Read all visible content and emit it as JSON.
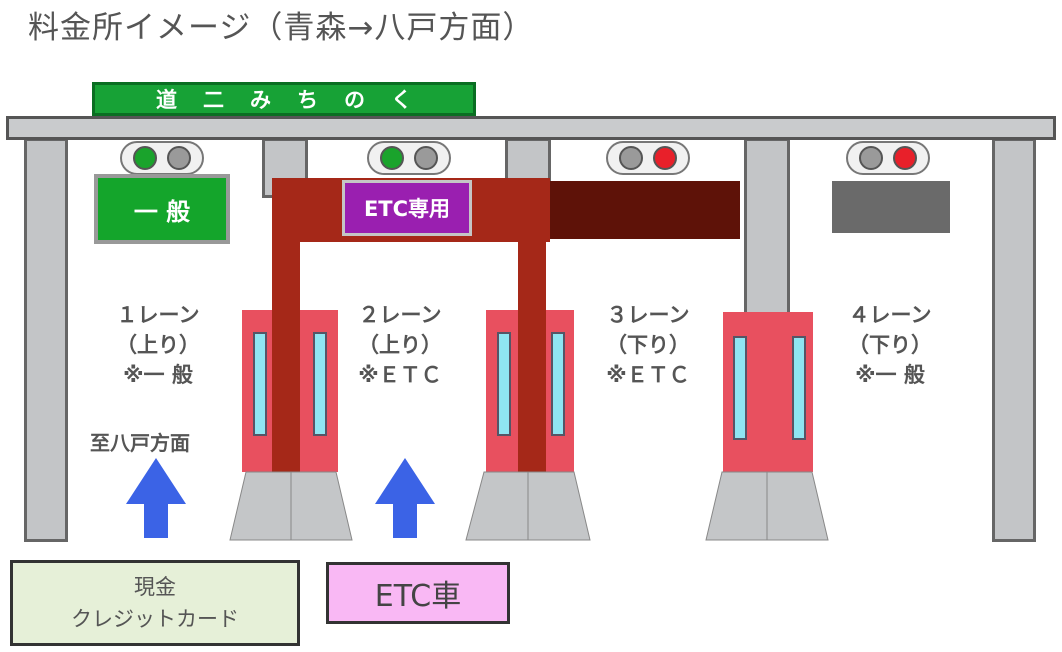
{
  "title": "料金所イメージ（青森→八戸方面）",
  "road_sign": "道二みちのく",
  "lanes": [
    {
      "sign": "一 般",
      "number": "１レーン",
      "direction": "（上り）",
      "type": "※一 般",
      "signals": [
        "green",
        "grey"
      ],
      "sign_color": "#14a52b"
    },
    {
      "sign": "ETC専用",
      "number": "２レーン",
      "direction": "（上り）",
      "type": "※ＥＴＣ",
      "signals": [
        "green",
        "grey"
      ],
      "sign_color": "#9a1fb0"
    },
    {
      "sign": "",
      "number": "３レーン",
      "direction": "（下り）",
      "type": "※ＥＴＣ",
      "signals": [
        "grey",
        "red"
      ],
      "sign_color": "#5e1208"
    },
    {
      "sign": "",
      "number": "４レーン",
      "direction": "（下り）",
      "type": "※一 般",
      "signals": [
        "grey",
        "red"
      ],
      "sign_color": "#6a6a6a"
    }
  ],
  "destination": "至八戸方面",
  "legend": {
    "cash_line1": "現金",
    "cash_line2": "クレジットカード",
    "etc": "ETC車"
  },
  "colors": {
    "green": "#1aa32c",
    "grey": "#9a9a9a",
    "red": "#e8202a",
    "arrow": "#3b63e6"
  }
}
